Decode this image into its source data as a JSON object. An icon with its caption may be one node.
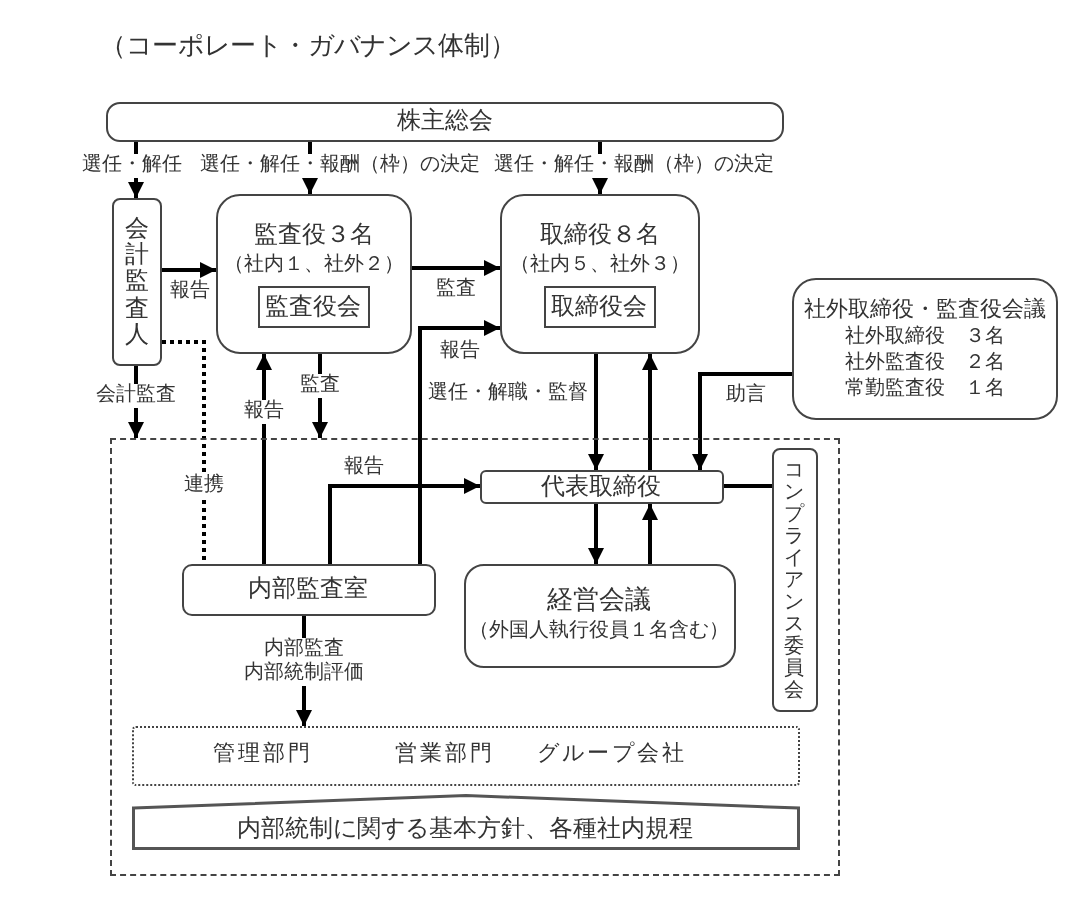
{
  "diagram": {
    "title": "（コーポレート・ガバナンス体制）",
    "nodes": [
      {
        "text": [
          "株主総会"
        ]
      },
      {
        "text": [
          "会計監査人"
        ]
      },
      {
        "text": [
          "監査役３名",
          "（社内１、社外２）"
        ]
      },
      {
        "text": [
          "監査役会"
        ],
        "in": 2
      },
      {
        "text": [
          "取締役８名",
          "（社内５、社外３）"
        ]
      },
      {
        "text": [
          "取締役会"
        ],
        "in": 4
      },
      {
        "text": [
          "社外取締役・監査役会議",
          "社外取締役　３名",
          "社外監査役　２名",
          "常勤監査役　１名"
        ]
      },
      {
        "text": [],
        "shape": "box"
      },
      {
        "text": [
          "代表取締役"
        ],
        "in": 7
      },
      {
        "text": [
          "コンプライアンス委員会"
        ],
        "in": 7
      },
      {
        "text": [
          "内部監査室"
        ],
        "in": 7
      },
      {
        "text": [
          "経営会議",
          "（外国人執行役員１名含む）"
        ],
        "in": 7
      },
      {
        "text": [
          "管理部門",
          "営業部門",
          "グループ会社"
        ],
        "in": 7
      },
      {
        "text": [
          "内部統制に関する基本方針、各種社内規程"
        ],
        "in": 7
      }
    ],
    "edges": [
      {
        "from": 0,
        "to": 1,
        "arrow": "to",
        "label": "選任・解任"
      },
      {
        "from": 0,
        "to": 2,
        "arrow": "to",
        "label": "選任・解任・報酬（枠）の決定"
      },
      {
        "from": 0,
        "to": 4,
        "arrow": "to",
        "label": "選任・解任・報酬（枠）の決定"
      },
      {
        "from": 1,
        "to": 2,
        "arrow": "to",
        "label": "報告"
      },
      {
        "from": 2,
        "to": 4,
        "arrow": "to",
        "label": "監査"
      },
      {
        "from": 10,
        "to": 4,
        "arrow": "to",
        "label": "報告"
      },
      {
        "from": 10,
        "to": 2,
        "arrow": "to",
        "label": "報告"
      },
      {
        "from": 2,
        "to": 7,
        "arrow": "to",
        "label": "監査"
      },
      {
        "from": 1,
        "to": 7,
        "arrow": "to",
        "label": "会計監査"
      },
      {
        "from": 1,
        "to": 10,
        "arrow": "none",
        "label": "連携",
        "style": "dashed"
      },
      {
        "from": 10,
        "to": 8,
        "arrow": "to",
        "label": "報告"
      },
      {
        "from": 4,
        "to": 8,
        "arrow": "to",
        "label": "選任・解職・監督"
      },
      {
        "from": 8,
        "to": 4,
        "arrow": "to"
      },
      {
        "from": 6,
        "to": 8,
        "arrow": "to",
        "label": "助言"
      },
      {
        "from": 8,
        "to": 9,
        "arrow": "none"
      },
      {
        "from": 8,
        "to": 11,
        "arrow": "to"
      },
      {
        "from": 11,
        "to": 8,
        "arrow": "to"
      },
      {
        "from": 10,
        "to": 12,
        "arrow": "to",
        "label": "内部監査内部統制評価"
      }
    ]
  }
}
